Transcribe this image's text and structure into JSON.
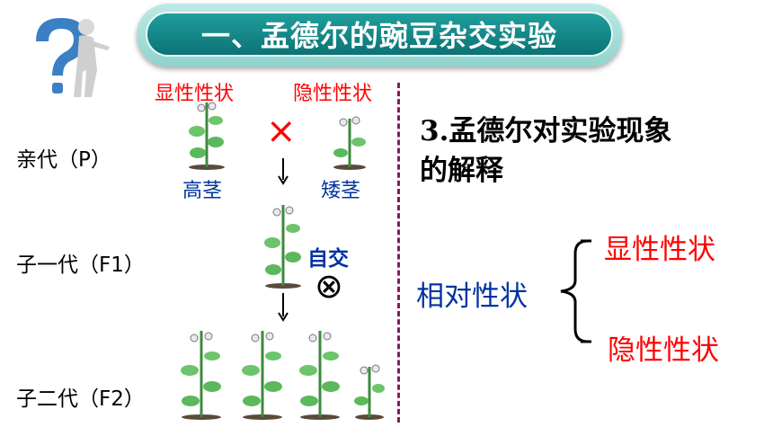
{
  "title": "一、孟德尔的豌豆杂交实验",
  "labels": {
    "dominant": "显性性状",
    "recessive": "隐性性状",
    "tall": "高茎",
    "short": "矮茎",
    "self_cross": "自交"
  },
  "generations": {
    "p": "亲代（P）",
    "f1": "子一代（F1）",
    "f2": "子二代（F2）"
  },
  "symbols": {
    "cross": "×",
    "selfing": "⊗"
  },
  "explanation": {
    "heading_line1": "3.孟德尔对实验现象",
    "heading_line2": "的解释",
    "relative_traits": "相对性状",
    "dominant": "显性性状",
    "recessive": "隐性性状"
  },
  "colors": {
    "dominant_red": "#ff0000",
    "term_blue": "#0033a0",
    "banner_teal": "#0c7376",
    "divider": "#8b1a5a"
  }
}
